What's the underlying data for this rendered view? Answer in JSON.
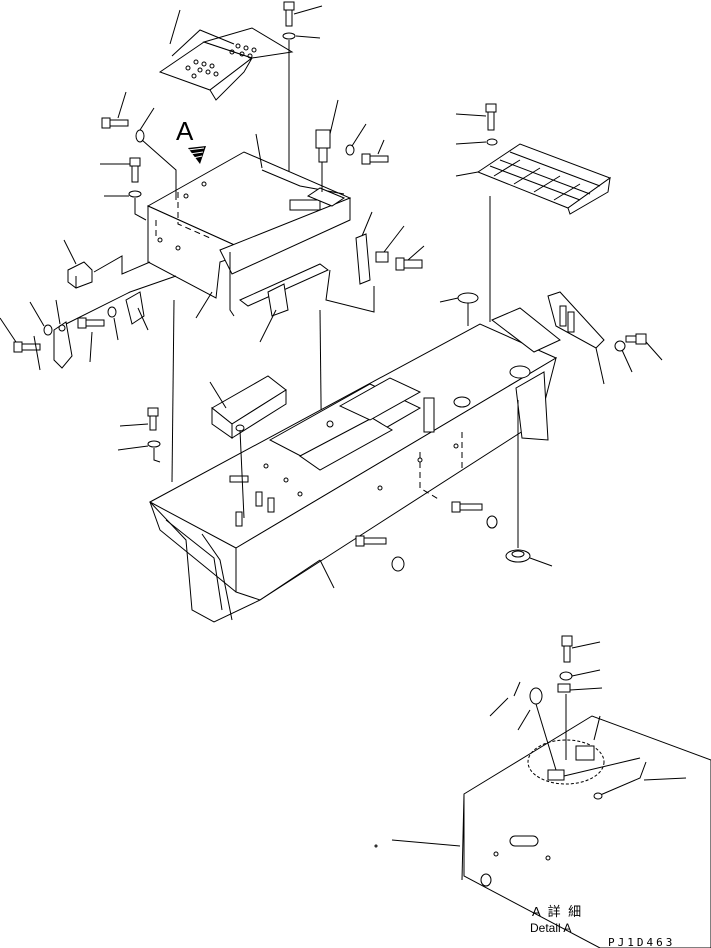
{
  "view_label": "A",
  "detail_label": "A 詳 細",
  "detail_label_en": "Detail A",
  "drawing_number": "PJ1D463",
  "colors": {
    "line": "#000000",
    "background": "#ffffff"
  }
}
